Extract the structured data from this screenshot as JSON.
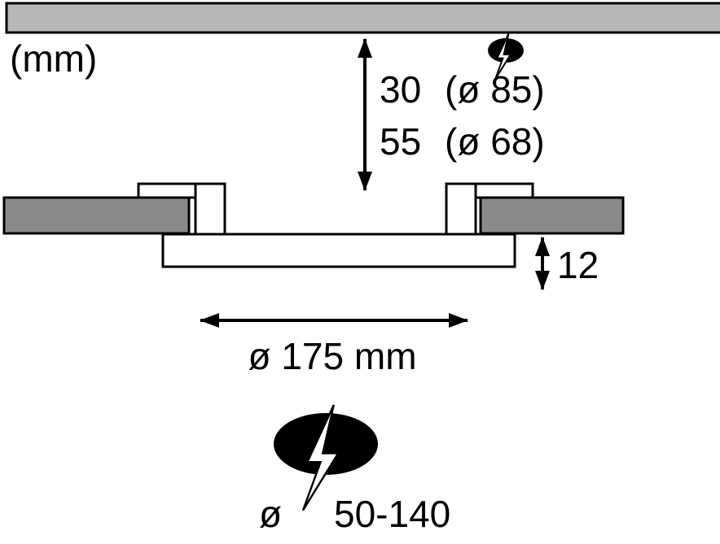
{
  "labels": {
    "unit": "(mm)",
    "depth_line1_value": "30",
    "depth_line1_dia": "(ø 85)",
    "depth_line2_value": "55",
    "depth_line2_dia": "(ø 68)",
    "frame_height": "12",
    "cutout_diameter": "ø 175 mm",
    "range_prefix": "ø",
    "range_value": "50-140"
  },
  "icons": {
    "electric_symbol": "lightning-bolt-icon"
  },
  "colors": {
    "ceiling_gray": "#b8b8b8",
    "block_gray": "#8a8a8a",
    "ink": "#000000",
    "white": "#ffffff"
  }
}
